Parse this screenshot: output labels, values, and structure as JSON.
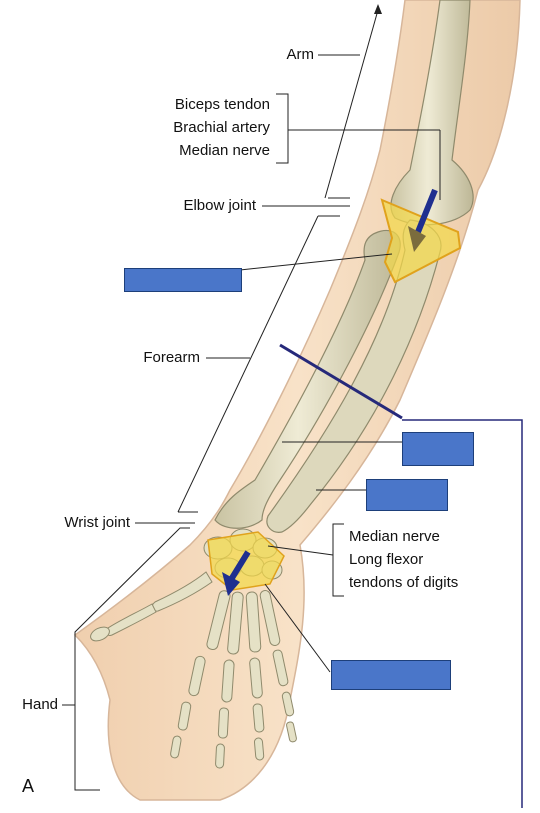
{
  "labels": {
    "arm": "Arm",
    "biceps": "Biceps tendon",
    "brachial": "Brachial artery",
    "median_upper": "Median nerve",
    "elbow": "Elbow joint",
    "forearm": "Forearm",
    "wrist": "Wrist joint",
    "median_lower": "Median nerve",
    "flexor1": "Long flexor",
    "flexor2": "tendons of digits",
    "hand": "Hand",
    "figure_letter": "A"
  },
  "colors": {
    "skin": "#f6dcc0",
    "skin_edge": "#d7b69a",
    "bone": "#e5e1c6",
    "bone_edge": "#8f8a6c",
    "highlight": "#f3d84a",
    "highlight_edge": "#e0a21c",
    "arrow": "#1f2f8f",
    "mask": "#4a76c9",
    "section_line": "#26297a",
    "leader": "#222222"
  },
  "icons": {
    "elbow_arrow": "down-arrow-icon",
    "wrist_arrow": "down-arrow-icon"
  }
}
